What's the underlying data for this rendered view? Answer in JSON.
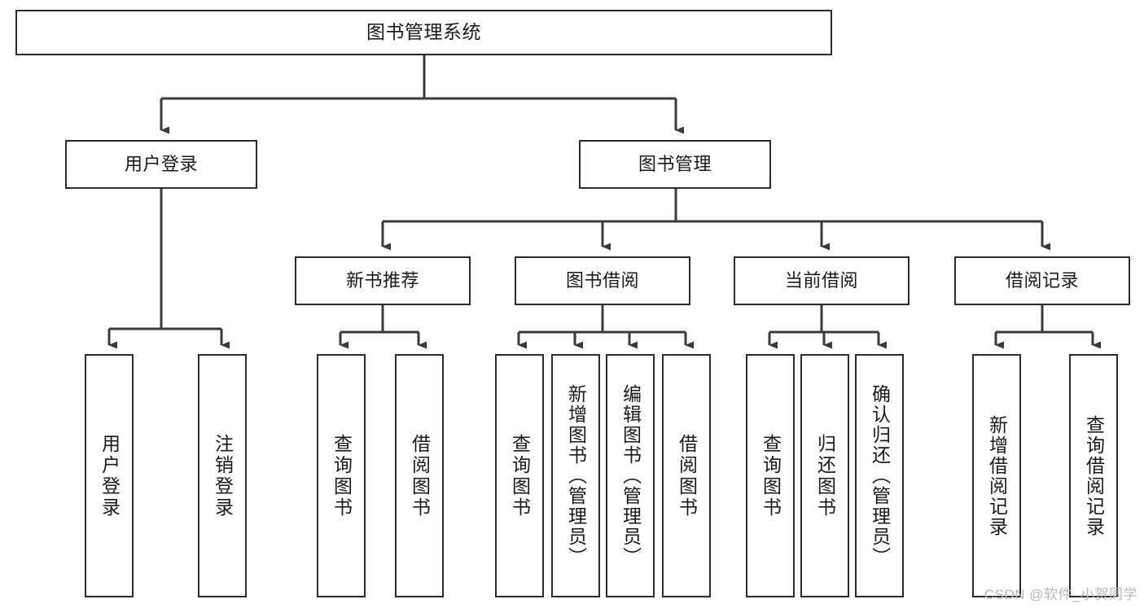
{
  "diagram": {
    "type": "tree-hierarchy",
    "title": "图书管理系统",
    "orientation": "top-down",
    "colors": {
      "box_border": "#2b2b2b",
      "box_fill": "#ffffff",
      "connector": "#3a3a3a",
      "text": "#1a1a1a",
      "watermark": "#b9b9b9",
      "background": "#ffffff"
    },
    "root": {
      "label": "图书管理系统"
    },
    "level2": [
      {
        "id": "user-login",
        "label": "用户登录"
      },
      {
        "id": "book-manage",
        "label": "图书管理"
      }
    ],
    "level3": [
      {
        "id": "new-book-rec",
        "label": "新书推荐"
      },
      {
        "id": "book-borrow",
        "label": "图书借阅"
      },
      {
        "id": "current-borrow",
        "label": "当前借阅"
      },
      {
        "id": "borrow-record",
        "label": "借阅记录"
      }
    ],
    "leaves": [
      {
        "id": "leaf-user-login",
        "parent": "user-login",
        "label": "用户登录"
      },
      {
        "id": "leaf-user-logout",
        "parent": "user-login",
        "label": "注销登录"
      },
      {
        "id": "leaf-query-book-1",
        "parent": "new-book-rec",
        "label": "查询图书"
      },
      {
        "id": "leaf-borrow-book-1",
        "parent": "new-book-rec",
        "label": "借阅图书"
      },
      {
        "id": "leaf-query-book-2",
        "parent": "book-borrow",
        "label": "查询图书"
      },
      {
        "id": "leaf-add-book",
        "parent": "book-borrow",
        "label": "新增图书（管理员）"
      },
      {
        "id": "leaf-edit-book",
        "parent": "book-borrow",
        "label": "编辑图书（管理员）"
      },
      {
        "id": "leaf-borrow-book-2",
        "parent": "book-borrow",
        "label": "借阅图书"
      },
      {
        "id": "leaf-query-book-3",
        "parent": "current-borrow",
        "label": "查询图书"
      },
      {
        "id": "leaf-return-book",
        "parent": "current-borrow",
        "label": "归还图书"
      },
      {
        "id": "leaf-confirm-return",
        "parent": "current-borrow",
        "label": "确认归还（管理员）"
      },
      {
        "id": "leaf-add-record",
        "parent": "borrow-record",
        "label": "新增借阅记录"
      },
      {
        "id": "leaf-query-record",
        "parent": "borrow-record",
        "label": "查询借阅记录"
      }
    ],
    "watermark": "CSDN @软件_小贺同学"
  }
}
